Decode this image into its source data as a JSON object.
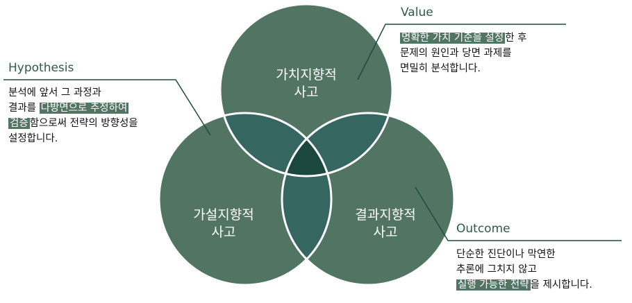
{
  "colors": {
    "circle": "#527563",
    "pair_overlap": "#366660",
    "center_overlap": "#1c473f",
    "accent_text": "#2d5a4c",
    "stroke": "#ffffff"
  },
  "circles": {
    "value": {
      "line1": "가치지향적",
      "line2": "사고"
    },
    "hypothesis": {
      "line1": "가설지향적",
      "line2": "사고"
    },
    "outcome": {
      "line1": "결과지향적",
      "line2": "사고"
    }
  },
  "callouts": {
    "hypothesis": {
      "title": "Hypothesis",
      "l1": "분석에 앞서 그 과정과",
      "l2a": "결과를 ",
      "l2hl": "다방면으로 추정하여 ",
      "l3hl": "검증",
      "l3b": "함으로써 전략의 방향성을",
      "l4": "설정합니다."
    },
    "value": {
      "title": "Value",
      "l1hl": "명확한 가치 기준을 설정",
      "l1b": "한 후",
      "l2": "문제의 원인과 당면 과제를",
      "l3": "면밀히 분석합니다."
    },
    "outcome": {
      "title": "Outcome",
      "l1": "단순한 진단이나 막연한",
      "l2": "추론에 그치지 않고",
      "l3hl": "실행 가능한 전략",
      "l3b": "을 제시합니다."
    }
  }
}
